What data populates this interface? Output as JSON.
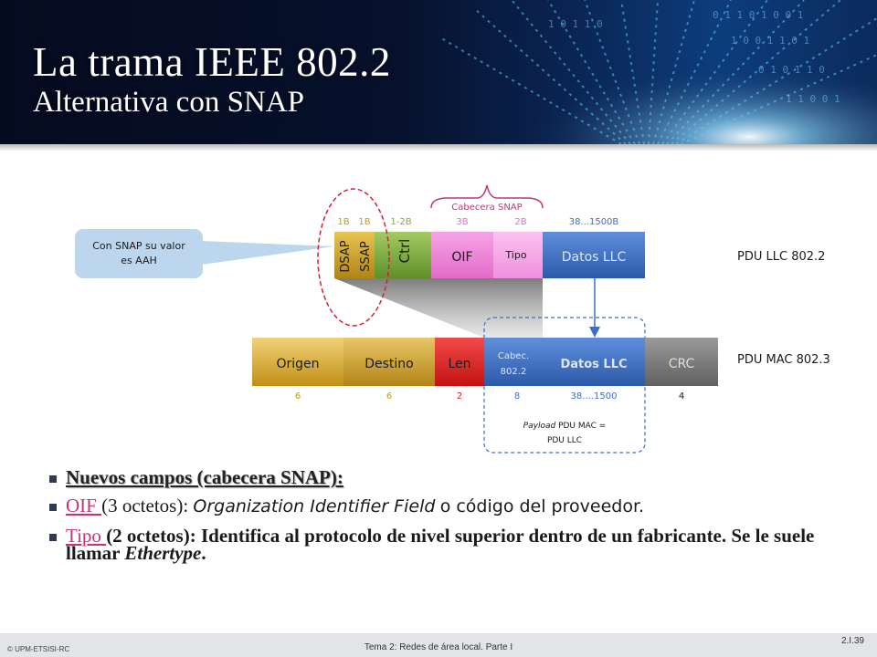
{
  "slide": {
    "title": "La trama IEEE 802.2",
    "subtitle": "Alternativa con SNAP"
  },
  "diagram": {
    "snap_header_label": "Cabecera SNAP",
    "callout_text": [
      "Con SNAP su valor",
      "es AAH"
    ],
    "llc_frame": {
      "caption": "PDU LLC 802.2",
      "sizes": [
        "1B",
        "1B",
        "1-2B",
        "3B",
        "2B",
        "38...1500B"
      ],
      "fields": [
        "DSAP",
        "SSAP",
        "Ctrl",
        "OIF",
        "Tipo",
        "Datos LLC"
      ]
    },
    "mac_frame": {
      "caption": "PDU MAC 802.3",
      "fields": [
        "Origen",
        "Destino",
        "Len",
        "Cabec.",
        "802.2",
        "Datos LLC",
        "CRC"
      ],
      "sizes": [
        "6",
        "6",
        "2",
        "8",
        "38....1500",
        "4"
      ]
    },
    "payload_note": {
      "italic": "Payload",
      "rest": "PDU MAC =",
      "line2": "PDU LLC"
    },
    "colors": {
      "dsap_ssap": "#c59a1c",
      "ctrl": "#7fae3e",
      "oif": "#f07ad6",
      "tipo": "#f59be2",
      "datos": "#3c6fc4",
      "origen": "#c9a220",
      "len": "#e21e1e",
      "crc": "#7b7b7b",
      "accent_magenta": "#c0357c"
    }
  },
  "bullets": [
    {
      "text": "Nuevos campos (cabecera SNAP):"
    },
    {
      "keyword": "OIF ",
      "mid": "(3 octetos):",
      "italic": "Organization Identifier Field",
      "tail": "o código del proveedor."
    },
    {
      "keyword": "Tipo ",
      "mid": "(2 octetos):",
      "tail": " Identifica al protocolo de nivel superior dentro de un fabricante. Se le suele llamar ",
      "italic": "Ethertype",
      "end": "."
    }
  ],
  "footer": {
    "left": "© UPM-ETSISI-RC",
    "center": "Tema 2: Redes de área local. Parte I",
    "right": "2.I.39"
  }
}
